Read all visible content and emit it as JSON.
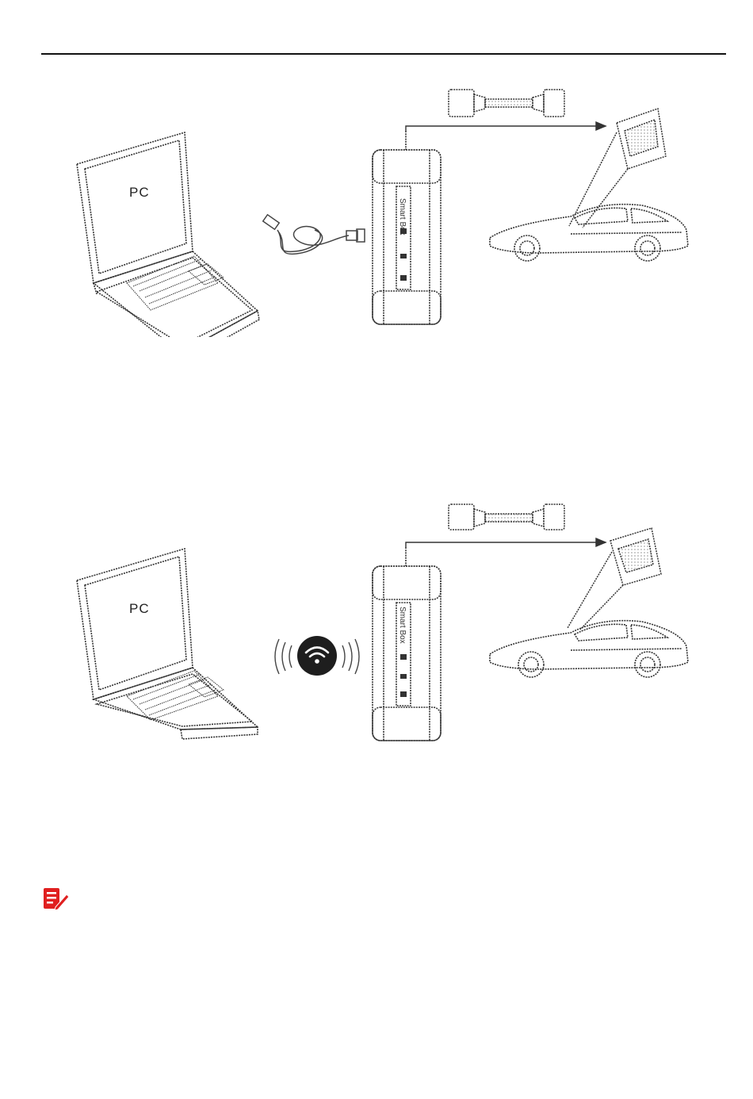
{
  "figures": {
    "usb": {
      "pc_label": "PC",
      "device_label": "Smart Box"
    },
    "wifi": {
      "pc_label": "PC",
      "device_label": "Smart Box"
    }
  },
  "colors": {
    "line": "#333333",
    "wifi_badge": "#1e1e1e",
    "note_icon": "#e02020"
  },
  "icons": {
    "note": "note-pencil-icon",
    "wifi": "wifi-icon"
  }
}
